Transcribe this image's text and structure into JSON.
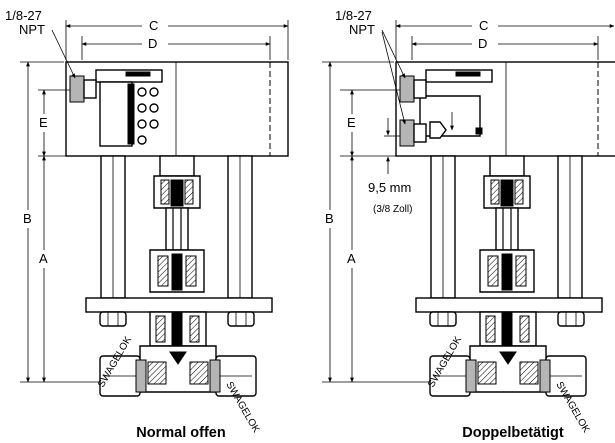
{
  "labels": {
    "port_left_line1": "1/8-27",
    "port_left_line2": "NPT",
    "port_right_line1": "1/8-27",
    "port_right_line2": "NPT",
    "dim_c": "C",
    "dim_d": "D",
    "dim_b": "B",
    "dim_a": "A",
    "dim_e": "E",
    "offset_value": "9,5 mm",
    "offset_note": "(3/8 Zoll)",
    "brand": "SWAGELOK",
    "caption_left": "Normal offen",
    "caption_right": "Doppelbetätigt"
  }
}
